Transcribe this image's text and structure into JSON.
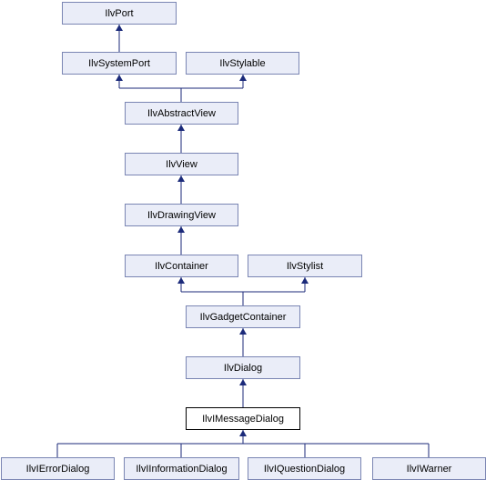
{
  "nodes": [
    {
      "id": "IlvPort",
      "label": "IlvPort",
      "current": false
    },
    {
      "id": "IlvSystemPort",
      "label": "IlvSystemPort",
      "current": false
    },
    {
      "id": "IlvStylable",
      "label": "IlvStylable",
      "current": false
    },
    {
      "id": "IlvAbstractView",
      "label": "IlvAbstractView",
      "current": false
    },
    {
      "id": "IlvView",
      "label": "IlvView",
      "current": false
    },
    {
      "id": "IlvDrawingView",
      "label": "IlvDrawingView",
      "current": false
    },
    {
      "id": "IlvContainer",
      "label": "IlvContainer",
      "current": false
    },
    {
      "id": "IlvStylist",
      "label": "IlvStylist",
      "current": false
    },
    {
      "id": "IlvGadgetContainer",
      "label": "IlvGadgetContainer",
      "current": false
    },
    {
      "id": "IlvDialog",
      "label": "IlvDialog",
      "current": false
    },
    {
      "id": "IlvIMessageDialog",
      "label": "IlvIMessageDialog",
      "current": true
    },
    {
      "id": "IlvIErrorDialog",
      "label": "IlvIErrorDialog",
      "current": false
    },
    {
      "id": "IlvIInformationDialog",
      "label": "IlvIInformationDialog",
      "current": false
    },
    {
      "id": "IlvIQuestionDialog",
      "label": "IlvIQuestionDialog",
      "current": false
    },
    {
      "id": "IlvIWarner",
      "label": "IlvIWarner",
      "current": false
    }
  ],
  "edges": [
    {
      "child": "IlvSystemPort",
      "parents": [
        "IlvPort"
      ]
    },
    {
      "child": "IlvAbstractView",
      "parents": [
        "IlvSystemPort",
        "IlvStylable"
      ]
    },
    {
      "child": "IlvView",
      "parents": [
        "IlvAbstractView"
      ]
    },
    {
      "child": "IlvDrawingView",
      "parents": [
        "IlvView"
      ]
    },
    {
      "child": "IlvContainer",
      "parents": [
        "IlvDrawingView"
      ]
    },
    {
      "child": "IlvGadgetContainer",
      "parents": [
        "IlvContainer",
        "IlvStylist"
      ]
    },
    {
      "child": "IlvDialog",
      "parents": [
        "IlvGadgetContainer"
      ]
    },
    {
      "child": "IlvIMessageDialog",
      "parents": [
        "IlvDialog"
      ]
    },
    {
      "children": [
        "IlvIErrorDialog",
        "IlvIInformationDialog",
        "IlvIQuestionDialog",
        "IlvIWarner"
      ],
      "parent": "IlvIMessageDialog"
    }
  ],
  "colors": {
    "node_fill": "#eaedf8",
    "node_border": "#7a85b3",
    "current_border": "#000000",
    "edge": "#1b2a7a"
  }
}
